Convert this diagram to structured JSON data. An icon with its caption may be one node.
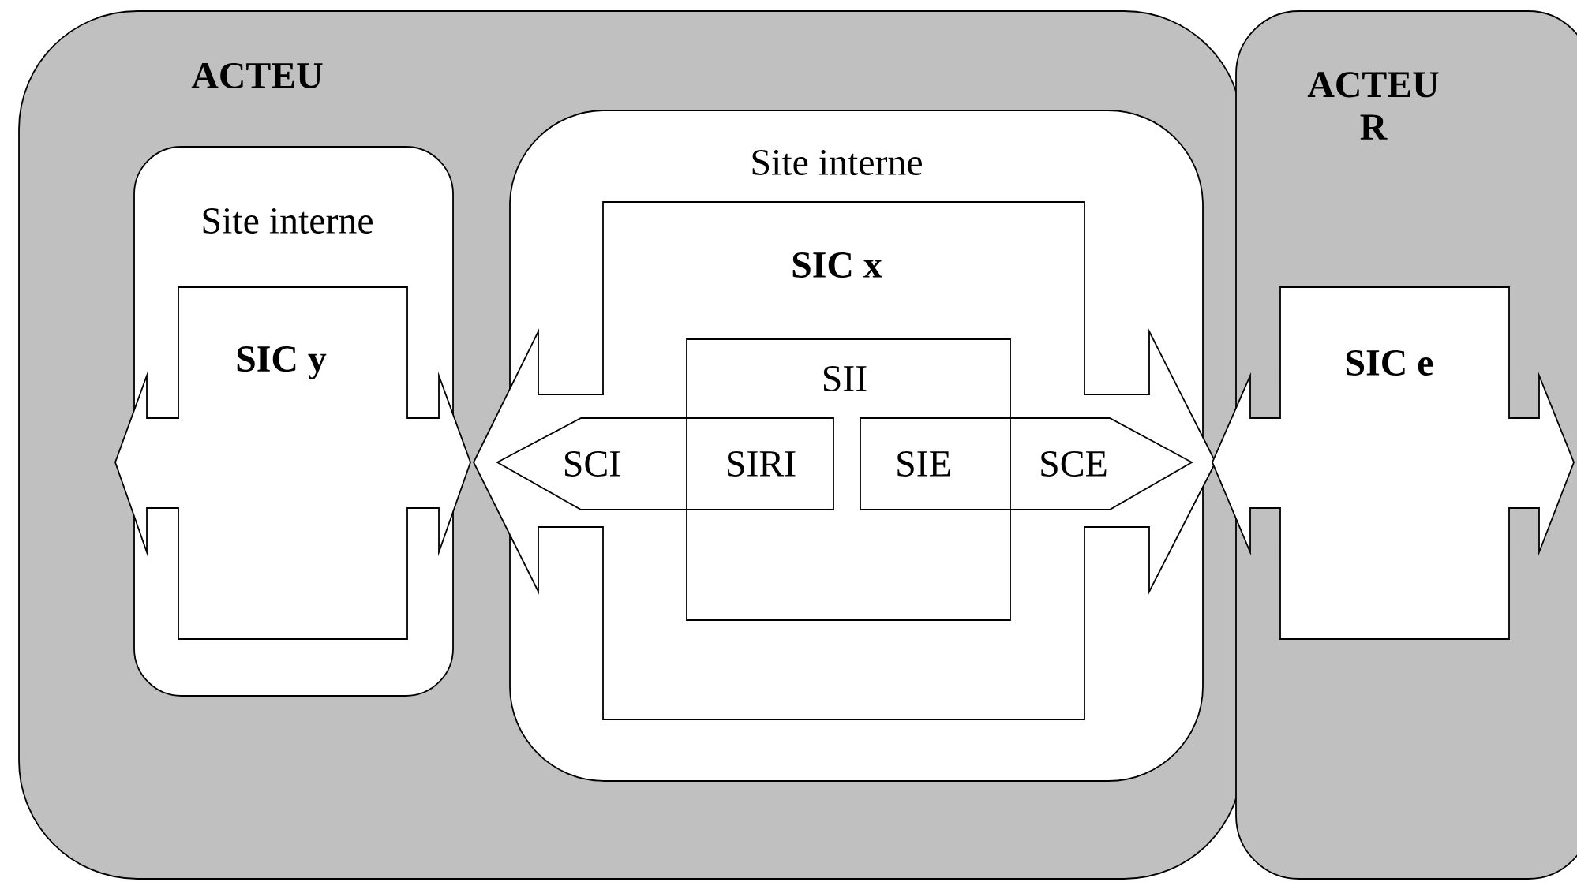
{
  "diagram": {
    "nodes": [
      {
        "text": [
          "ACTEU"
        ]
      },
      {
        "text": [
          "ACTEU R"
        ]
      },
      {
        "text": [
          "Site interne"
        ],
        "in": 0
      },
      {
        "text": [
          "SIC y"
        ],
        "in": 2
      },
      {
        "text": [
          "Site interne"
        ],
        "in": 0
      },
      {
        "text": [
          "SIC x"
        ],
        "in": 4
      },
      {
        "text": [
          "SII"
        ],
        "in": 5
      },
      {
        "text": [
          "SCI",
          "SIRI"
        ],
        "in": 5
      },
      {
        "text": [
          "SIE",
          "SCE"
        ],
        "in": 5
      },
      {
        "text": [
          "SIC e"
        ]
      }
    ]
  }
}
